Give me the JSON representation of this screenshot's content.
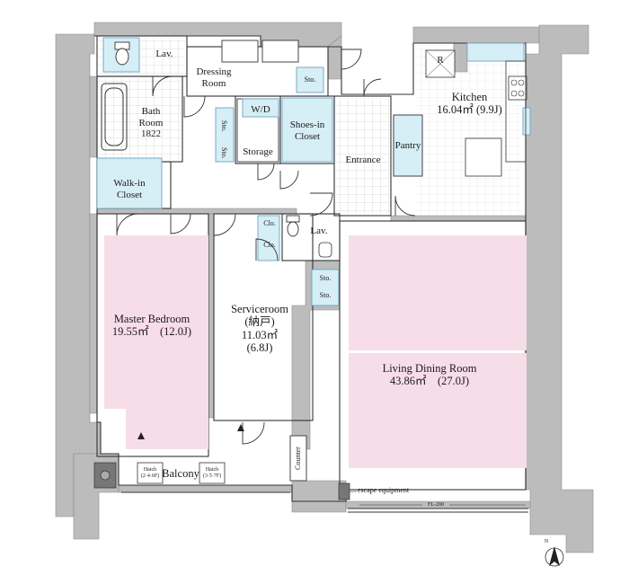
{
  "rooms": {
    "lav_top": "Lav.",
    "dressing": [
      "Dressing",
      "Room"
    ],
    "bath": [
      "Bath",
      "Room",
      "1822"
    ],
    "wd": "W/D",
    "sto": "Sto.",
    "storage": "Storage",
    "shoes_in": [
      "Shoes-in",
      "Closet"
    ],
    "kitchen": [
      "Kitchen",
      "16.04㎡ (9.9J)"
    ],
    "refrigerator": "R",
    "pantry": "Pantry",
    "entrance": "Entrance",
    "walk_in": [
      "Walk-in",
      "Closet"
    ],
    "clo": "Clo.",
    "lav_mid": "Lav.",
    "master": [
      "Master Bedroom",
      "19.55㎡　(12.0J)"
    ],
    "service": [
      "Serviceroom",
      "(納戸)",
      "11.03㎡",
      "(6.8J)"
    ],
    "living": [
      "Living Dining Room",
      "43.86㎡　(27.0J)"
    ],
    "counter": "Counter",
    "balcony": "Balcony",
    "hatch1": [
      "Hatch",
      "(2·4·6F)"
    ],
    "hatch2": [
      "Hatch",
      "(3·5·7F)"
    ],
    "escape": "escape equipment",
    "fl": "FL-200",
    "north": "N"
  },
  "colors": {
    "wall": "#bcbcbc",
    "bedroom_fill": "#f7dde8",
    "closet_fill": "#d6eef6",
    "closet_stroke": "#6aa6c0",
    "line": "#333333",
    "floor_tile": "#9a9a9a"
  }
}
